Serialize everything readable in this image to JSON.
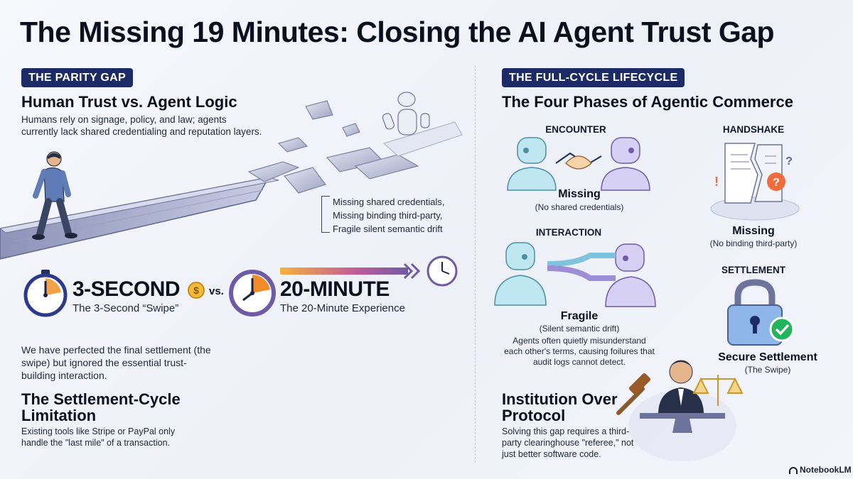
{
  "title": "The Missing 19 Minutes: Closing the AI Agent Trust Gap",
  "left": {
    "pill": "THE PARITY GAP",
    "heading": "Human Trust vs. Agent Logic",
    "intro": "Humans rely on signage, policy, and law; agents currently lack shared credentialing and reputation layers.",
    "gaps": [
      "Missing shared credentials,",
      "Missing binding third-party,",
      "Fragile silent semantic drift"
    ],
    "fast": {
      "value": "3-SECOND",
      "caption": "The 3-Second “Swipe”"
    },
    "versus": "vs.",
    "slow": {
      "value": "20-MINUTE",
      "caption": "The 20-Minute Experience"
    },
    "summary": "We have perfected the final settlement (the swipe) but ignored the essential trust-building interaction.",
    "limitation_heading": "The Settlement-Cycle Limitation",
    "limitation_text": "Existing tools like Stripe or PayPal only handle the \"last mile\" of a transaction."
  },
  "right": {
    "pill": "THE FULL-CYCLE LIFECYCLE",
    "heading": "The Four Phases of Agentic Commerce",
    "phases": [
      {
        "name": "ENCOUNTER",
        "status": "Missing",
        "detail": "(No shared credentials)"
      },
      {
        "name": "HANDSHAKE",
        "status": "Missing",
        "detail": "(No binding third-party)"
      },
      {
        "name": "INTERACTION",
        "status": "Fragile",
        "detail": "(Silent semantic drift)",
        "note": "Agents often quietly misunderstand each other's terms, causing foilures that audit logs cannot detect."
      },
      {
        "name": "SETTLEMENT",
        "status": "Secure Settlement",
        "detail": "(The Swipe)"
      }
    ],
    "institution_heading": "Institution Over Protocol",
    "institution_text": "Solving this gap requires a third-party clearinghouse \"referee,\" not just better software code."
  },
  "brand": "NotebookLM",
  "colors": {
    "navy_pill": "#1c2a66",
    "cyan_robot": "#8fd3e6",
    "violet_robot": "#a79be0",
    "orange_accent": "#f28c28",
    "success_green": "#22b45a"
  }
}
